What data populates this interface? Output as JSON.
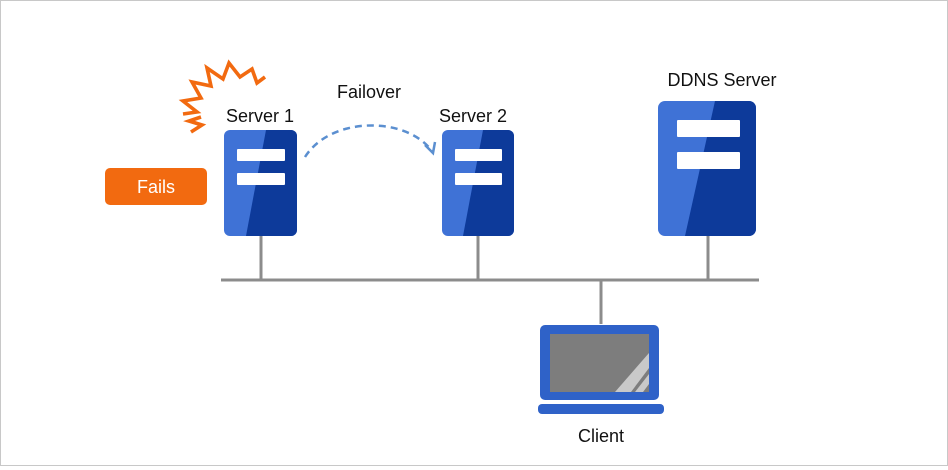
{
  "labels": {
    "server1": "Server 1",
    "server2": "Server 2",
    "ddns": "DDNS Server",
    "failover": "Failover",
    "fails": "Fails",
    "client": "Client"
  },
  "colors": {
    "server_light": "#3f72d6",
    "server_dark": "#0d3a9a",
    "network_line": "#8c8c8c",
    "failover_arrow": "#5b8fd0",
    "fails_badge": "#f26a10",
    "lightning": "#f26a10",
    "laptop_body": "#2f62c8",
    "laptop_screen": "#7d7d7d"
  },
  "icons": {
    "server1": "server-icon",
    "server2": "server-icon",
    "ddns": "server-icon",
    "client": "laptop-icon",
    "failure_burst": "lightning-icon"
  }
}
